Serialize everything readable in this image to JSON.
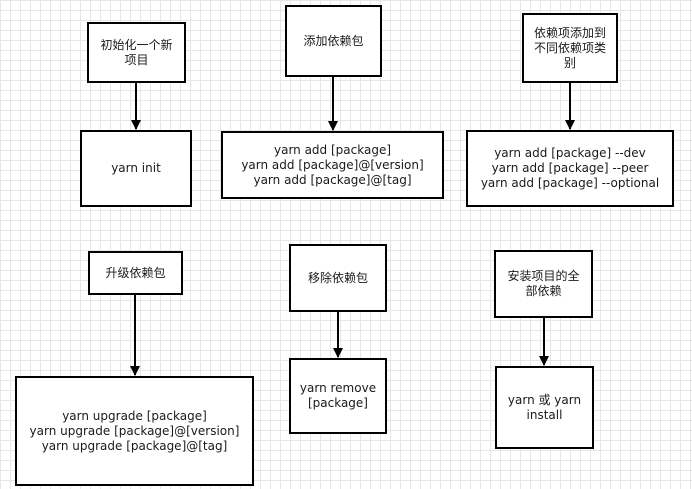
{
  "nodes": {
    "init_label": "初始化一个新\n项目",
    "init_cmd": "yarn init",
    "add_label": "添加依赖包",
    "add_cmd": "yarn add [package]\nyarn add [package]@[version]\nyarn add [package]@[tag]",
    "category_label": "依赖项添加到\n不同依赖项类\n别",
    "category_cmd": "yarn add [package] --dev\nyarn add [package] --peer\nyarn add [package] --optional",
    "upgrade_label": "升级依赖包",
    "upgrade_cmd": "yarn upgrade [package]\nyarn upgrade [package]@[version]\nyarn upgrade [package]@[tag]",
    "remove_label": "移除依赖包",
    "remove_cmd": "yarn remove\n[package]",
    "install_label": "安装项目的全\n部依赖",
    "install_cmd": "yarn 或 yarn\ninstall"
  }
}
